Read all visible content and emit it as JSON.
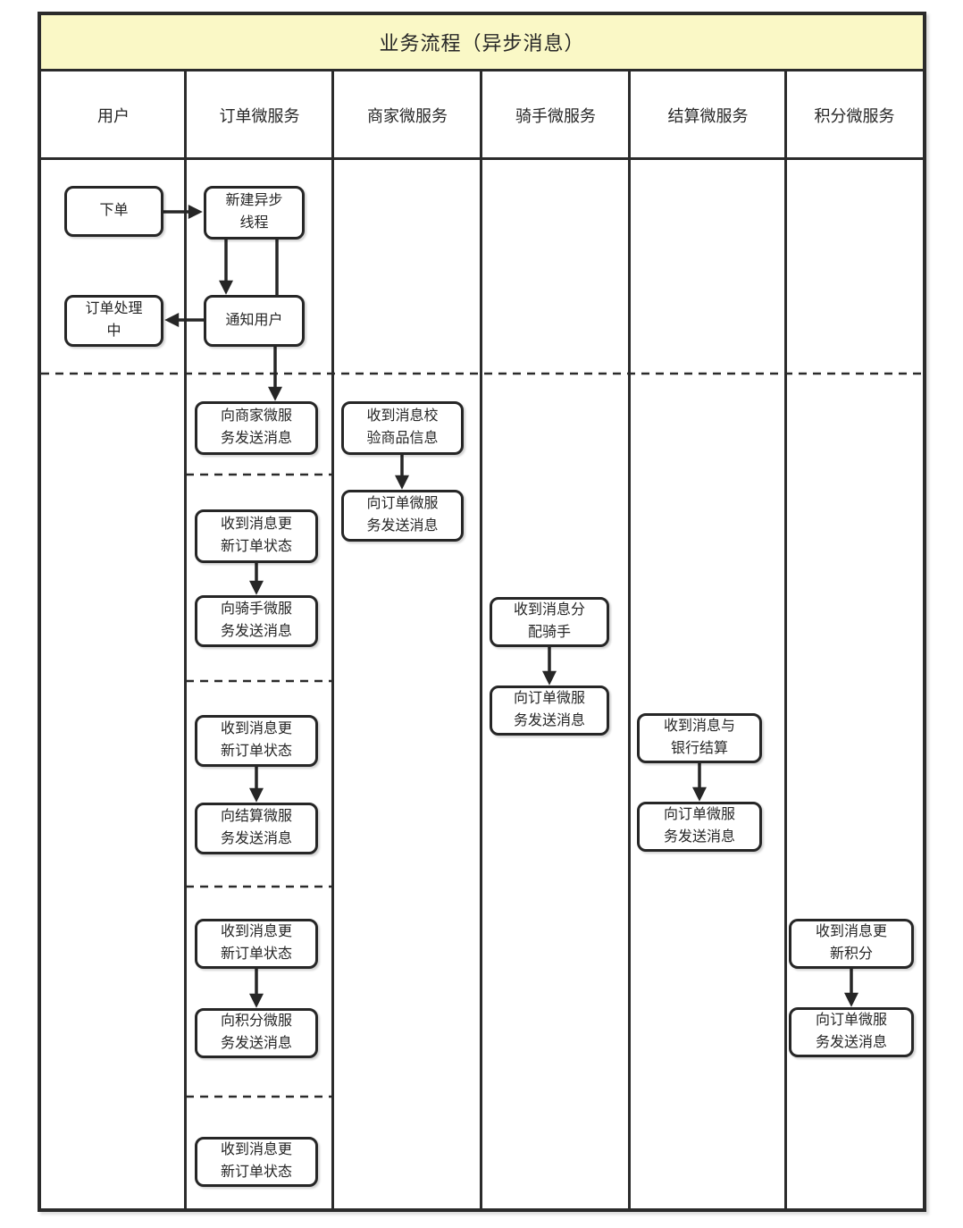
{
  "title": "业务流程（异步消息）",
  "colors": {
    "title_bg": "#FAF8C6",
    "line": "#2B2B2B",
    "box_border": "#262626",
    "box_bg": "#FFFFFF"
  },
  "lanes": [
    {
      "label": "用户"
    },
    {
      "label": "订单微服务"
    },
    {
      "label": "商家微服务"
    },
    {
      "label": "骑手微服务"
    },
    {
      "label": "结算微服务"
    },
    {
      "label": "积分微服务"
    }
  ],
  "nodes": [
    {
      "id": "place-order",
      "lane": "用户",
      "label": "下单"
    },
    {
      "id": "create-async-thread",
      "lane": "订单微服务",
      "label": "新建异步\n线程"
    },
    {
      "id": "order-processing",
      "lane": "用户",
      "label": "订单处理\n中"
    },
    {
      "id": "notify-user",
      "lane": "订单微服务",
      "label": "通知用户"
    },
    {
      "id": "send-msg-to-merchant",
      "lane": "订单微服务",
      "label": "向商家微服\n务发送消息"
    },
    {
      "id": "merchant-validate-goods",
      "lane": "商家微服务",
      "label": "收到消息校\n验商品信息"
    },
    {
      "id": "merchant-send-msg-to-order",
      "lane": "商家微服务",
      "label": "向订单微服\n务发送消息"
    },
    {
      "id": "order-update-status-1",
      "lane": "订单微服务",
      "label": "收到消息更\n新订单状态"
    },
    {
      "id": "send-msg-to-rider",
      "lane": "订单微服务",
      "label": "向骑手微服\n务发送消息"
    },
    {
      "id": "rider-assign",
      "lane": "骑手微服务",
      "label": "收到消息分\n配骑手"
    },
    {
      "id": "rider-send-msg-to-order",
      "lane": "骑手微服务",
      "label": "向订单微服\n务发送消息"
    },
    {
      "id": "order-update-status-2",
      "lane": "订单微服务",
      "label": "收到消息更\n新订单状态"
    },
    {
      "id": "settlement-with-bank",
      "lane": "结算微服务",
      "label": "收到消息与\n银行结算"
    },
    {
      "id": "send-msg-to-settlement",
      "lane": "订单微服务",
      "label": "向结算微服\n务发送消息"
    },
    {
      "id": "settlement-send-msg-to-order",
      "lane": "结算微服务",
      "label": "向订单微服\n务发送消息"
    },
    {
      "id": "order-update-status-3",
      "lane": "订单微服务",
      "label": "收到消息更\n新订单状态"
    },
    {
      "id": "points-update",
      "lane": "积分微服务",
      "label": "收到消息更\n新积分"
    },
    {
      "id": "send-msg-to-points",
      "lane": "订单微服务",
      "label": "向积分微服\n务发送消息"
    },
    {
      "id": "points-send-msg-to-order",
      "lane": "积分微服务",
      "label": "向订单微服\n务发送消息"
    },
    {
      "id": "order-update-status-4",
      "lane": "订单微服务",
      "label": "收到消息更\n新订单状态"
    }
  ]
}
